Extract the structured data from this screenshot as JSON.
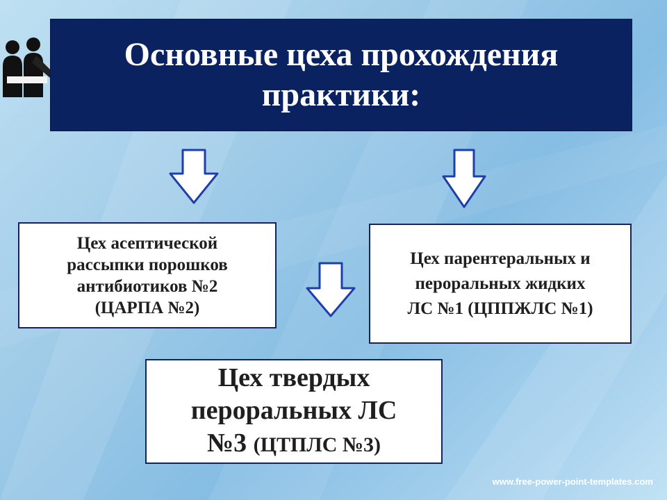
{
  "title": "Основные цеха прохождения\nпрактики:",
  "boxes": {
    "left": "Цех асептической\nрассыпки порошков\nантибиотиков №2\n(ЦАРПА №2)",
    "right": "Цех парентеральных и\nпероральных жидких\nЛС №1 (ЦППЖЛС №1)",
    "bottom_main": "Цех твердых\nпероральных ЛС\n№3 ",
    "bottom_small": "(ЦТПЛС №3)"
  },
  "footer": "www.free-power-point-templates.com",
  "colors": {
    "title_bg": "#0a2360",
    "box_border": "#14245a",
    "arrow_fill": "#ffffff",
    "arrow_stroke": "#1e3fa8"
  },
  "icons": {
    "arrow": "down-arrow",
    "logo": "people-silhouette-icon"
  }
}
